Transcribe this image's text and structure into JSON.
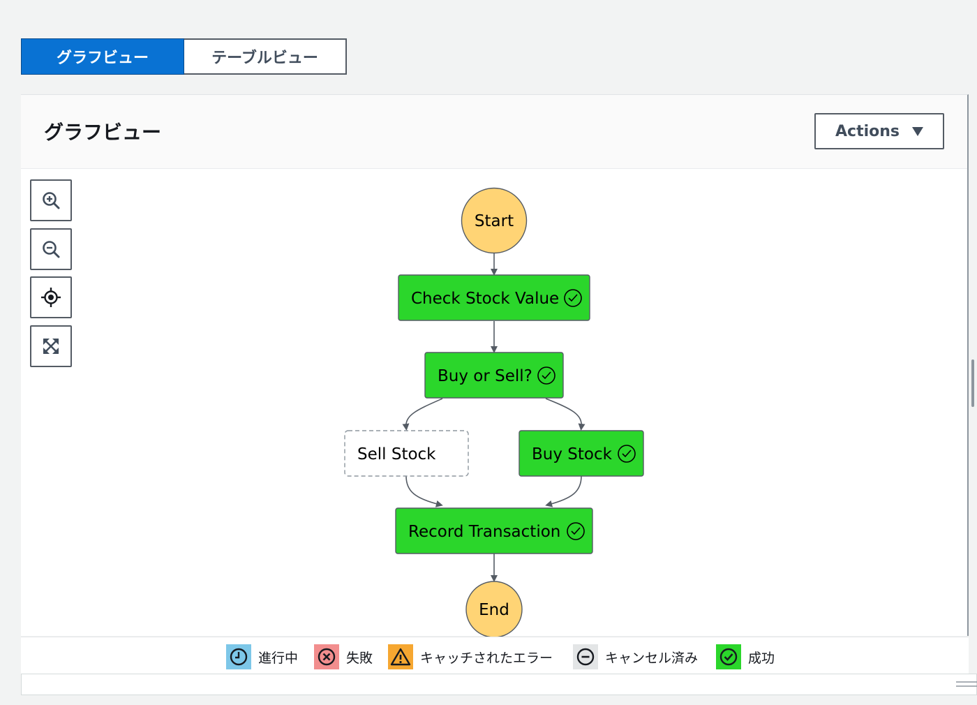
{
  "view_toggle": {
    "graph_label": "グラフビュー",
    "table_label": "テーブルビュー"
  },
  "panel": {
    "title": "グラフビュー",
    "actions_label": "Actions"
  },
  "toolbar": [
    "zoom-in-icon",
    "zoom-out-icon",
    "center-icon",
    "fit-icon"
  ],
  "graph": {
    "start_label": "Start",
    "end_label": "End",
    "states": {
      "check": {
        "label": "Check Stock Value",
        "status": "success"
      },
      "choice": {
        "label": "Buy or Sell?",
        "status": "success"
      },
      "sell": {
        "label": "Sell Stock",
        "status": "not-run"
      },
      "buy": {
        "label": "Buy Stock",
        "status": "success"
      },
      "record": {
        "label": "Record Transaction",
        "status": "success"
      }
    }
  },
  "legend": {
    "in_progress": "進行中",
    "failed": "失敗",
    "caught_error": "キャッチされたエラー",
    "cancelled": "キャンセル済み",
    "succeeded": "成功"
  },
  "colors": {
    "primary": "#0972d3",
    "success": "#2bd62b",
    "start_end": "#ffd475",
    "in_progress": "#7dc7e8",
    "failed": "#f28e8e",
    "caught_error": "#f6a731",
    "cancelled": "#e3e5e6"
  }
}
